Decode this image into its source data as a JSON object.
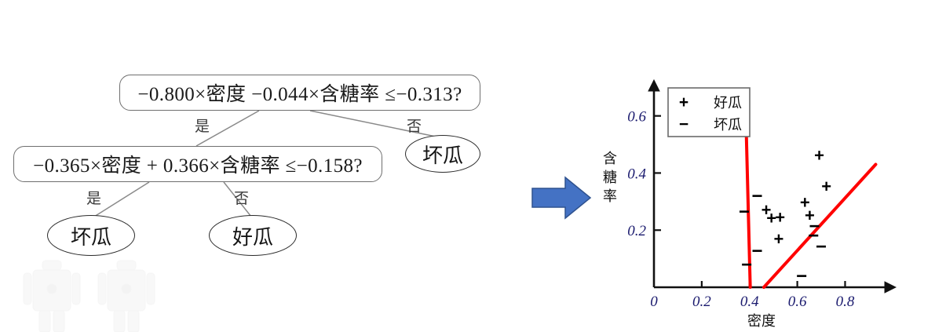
{
  "tree": {
    "root": {
      "label": "−0.800×密度 −0.044×含糖率 ≤−0.313?"
    },
    "child": {
      "label": "−0.365×密度 + 0.366×含糖率 ≤−0.158?"
    },
    "edges": {
      "root_yes": "是",
      "root_no": "否",
      "child_yes": "是",
      "child_no": "否"
    },
    "leaves": {
      "root_no_leaf": "坏瓜",
      "child_yes_leaf": "坏瓜",
      "child_no_leaf": "好瓜"
    }
  },
  "flow": {
    "arrow_icon": "right-arrow-icon",
    "arrow_color": "#4472C4"
  },
  "chart_data": {
    "type": "scatter",
    "title": "",
    "xlabel": "密度",
    "ylabel": "含糖率",
    "xlim": [
      0,
      0.92
    ],
    "ylim": [
      0,
      0.72
    ],
    "xticks": [
      0,
      0.2,
      0.4,
      0.6,
      0.8
    ],
    "xticklabels": [
      "0",
      "0.2",
      "0.4",
      "0.6",
      "0.8"
    ],
    "yticks": [
      0.2,
      0.4,
      0.6
    ],
    "yticklabels": [
      "0.2",
      "0.4",
      "0.6"
    ],
    "grid": false,
    "legend_position": "upper-left",
    "legend": [
      {
        "marker": "+",
        "label": "好瓜"
      },
      {
        "marker": "−",
        "label": "坏瓜"
      }
    ],
    "series": [
      {
        "name": "好瓜",
        "marker": "+",
        "color": "#000000",
        "points": [
          [
            0.47,
            0.272
          ],
          [
            0.492,
            0.243
          ],
          [
            0.528,
            0.246
          ],
          [
            0.522,
            0.17
          ],
          [
            0.632,
            0.298
          ],
          [
            0.652,
            0.253
          ],
          [
            0.692,
            0.463
          ],
          [
            0.722,
            0.355
          ]
        ]
      },
      {
        "name": "坏瓜",
        "marker": "−",
        "color": "#000000",
        "points": [
          [
            0.432,
            0.32
          ],
          [
            0.378,
            0.265
          ],
          [
            0.432,
            0.128
          ],
          [
            0.388,
            0.08
          ],
          [
            0.672,
            0.215
          ],
          [
            0.668,
            0.182
          ],
          [
            0.7,
            0.143
          ],
          [
            0.618,
            0.04
          ]
        ]
      }
    ],
    "decision_boundaries": [
      {
        "name": "boundary-left",
        "color": "#FF0000",
        "from": [
          0.385,
          0.59
        ],
        "to": [
          0.403,
          0.0
        ]
      },
      {
        "name": "boundary-right",
        "color": "#FF0000",
        "from": [
          0.46,
          0.0
        ],
        "to": [
          0.928,
          0.43
        ]
      }
    ]
  }
}
